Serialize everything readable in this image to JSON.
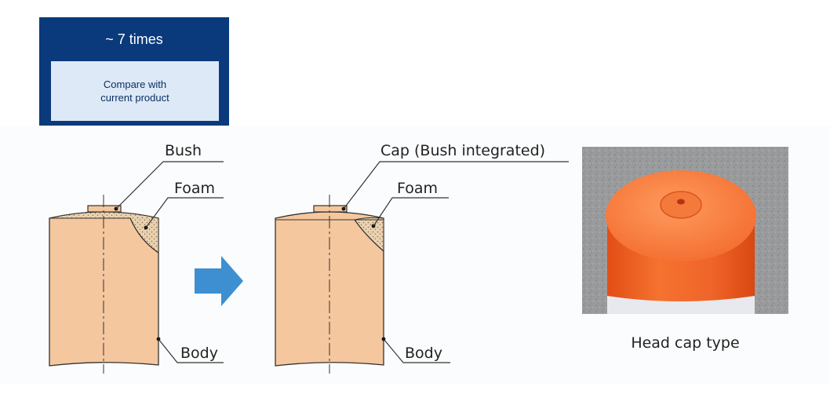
{
  "callout": {
    "title": "~ 7 times",
    "subtitle_line1": "Compare with",
    "subtitle_line2": "current product"
  },
  "diagram_left": {
    "label_bush": "Bush",
    "label_foam": "Foam",
    "label_body": "Body"
  },
  "diagram_right": {
    "label_cap": "Cap (Bush integrated)",
    "label_foam": "Foam",
    "label_body": "Body"
  },
  "photo": {
    "caption": "Head cap type"
  },
  "colors": {
    "navy": "#0a3a7c",
    "light_blue": "#dde9f6",
    "body_fill": "#f5c79e",
    "arrow_blue": "#3d8fd1",
    "cap_orange": "#f56a2c"
  }
}
